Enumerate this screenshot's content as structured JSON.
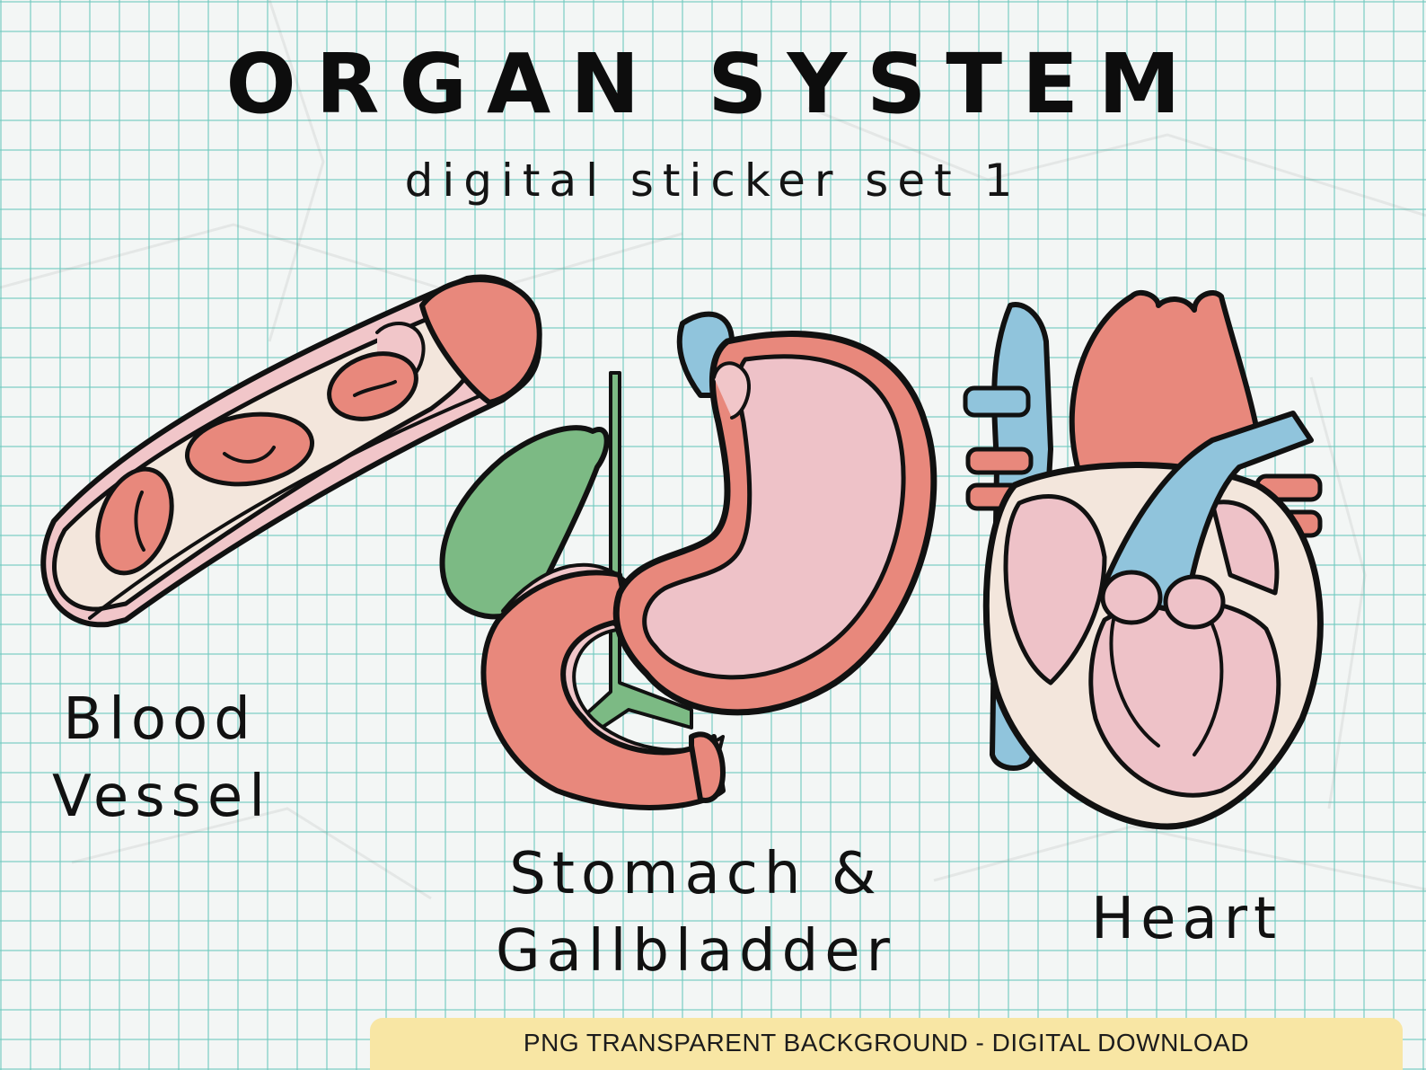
{
  "title": "ORGAN SYSTEM",
  "subtitle": "digital sticker set 1",
  "stickers": [
    {
      "label_lines": [
        "Blood",
        "Vessel"
      ]
    },
    {
      "label_lines": [
        "Stomach &",
        "Gallbladder"
      ]
    },
    {
      "label_lines": [
        "Heart"
      ]
    }
  ],
  "banner": "PNG TRANSPARENT BACKGROUND - DIGITAL DOWNLOAD",
  "colors": {
    "grid": "#6ec8be",
    "paper": "#f3f6f5",
    "coral": "#e8887c",
    "pink": "#eec2c8",
    "cream": "#f3e6dc",
    "blue": "#90c4dc",
    "green": "#7cba84",
    "banner": "#f8e6a4",
    "outline": "#111111"
  },
  "icons": [
    "blood-vessel-icon",
    "stomach-gallbladder-icon",
    "heart-icon"
  ]
}
